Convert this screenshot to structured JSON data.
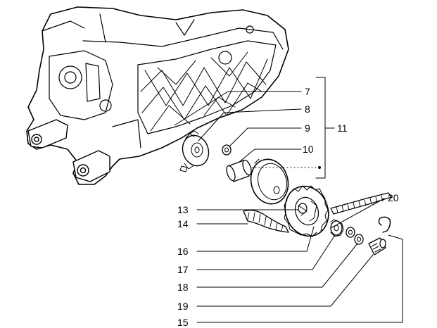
{
  "diagram": {
    "callouts": [
      {
        "id": "c7",
        "label": "7"
      },
      {
        "id": "c8",
        "label": "8"
      },
      {
        "id": "c9",
        "label": "9"
      },
      {
        "id": "c10",
        "label": "10"
      },
      {
        "id": "c11",
        "label": "11"
      },
      {
        "id": "c13",
        "label": "13"
      },
      {
        "id": "c14",
        "label": "14"
      },
      {
        "id": "c16",
        "label": "16"
      },
      {
        "id": "c17",
        "label": "17"
      },
      {
        "id": "c18",
        "label": "18"
      },
      {
        "id": "c19",
        "label": "19"
      },
      {
        "id": "c15",
        "label": "15"
      },
      {
        "id": "c20",
        "label": "20"
      }
    ]
  }
}
